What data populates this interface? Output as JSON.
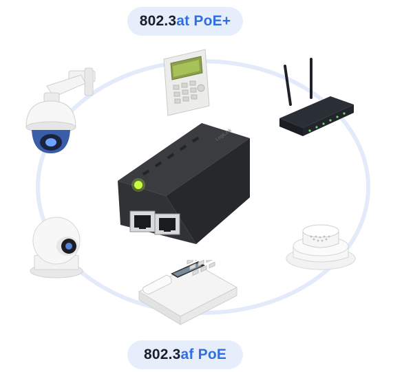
{
  "badges": {
    "top": {
      "number": "802.3",
      "standard": "at PoE+"
    },
    "bottom": {
      "number": "802.3",
      "standard": "af PoE"
    }
  },
  "injector": {
    "brand": "LogiLink"
  },
  "devices": [
    "ptz-camera",
    "keypad-terminal",
    "wifi-router",
    "dome-camera",
    "voip-phone",
    "ceiling-access-point"
  ],
  "colors": {
    "accent": "#2f6fe0",
    "pill_bg": "#e6eefb",
    "ring": "#e3ebfa",
    "led": "#c8ff3a"
  }
}
